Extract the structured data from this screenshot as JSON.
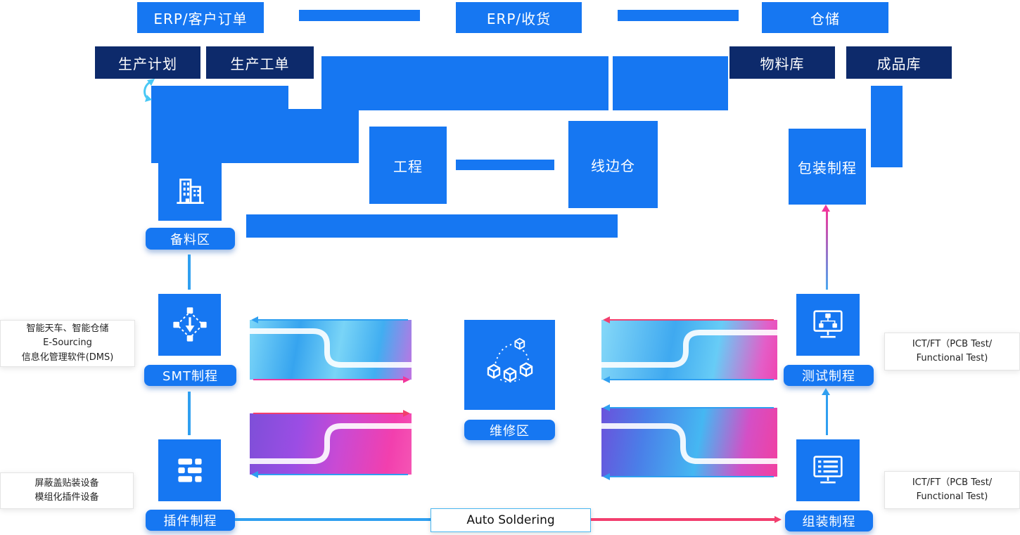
{
  "colors": {
    "primary": "#1677f2",
    "navy": "#0d2a6b",
    "blue_line": "#2f9ff0",
    "pink": "#f0369c",
    "red_line": "#f23f6e",
    "cyan": "#49c8f5"
  },
  "top_row": {
    "erp_customer_order": "ERP/客户订单",
    "erp_receiving": "ERP/收货",
    "warehouse": "仓储"
  },
  "planning_row": {
    "production_plan": "生产计划",
    "production_order": "生产工单",
    "material_warehouse": "物料库",
    "finished_goods_warehouse": "成品库"
  },
  "process_blocks": {
    "engineering": "工程",
    "line_side_warehouse": "线边仓",
    "packaging_process": "包装制程"
  },
  "stations": {
    "material_prep_area": "备料区",
    "smt_process": "SMT制程",
    "insertion_process": "插件制程",
    "repair_area": "维修区",
    "testing_process": "测试制程",
    "assembly_process": "组装制程"
  },
  "annotations": {
    "left_top_lines": [
      "智能天车、智能仓储",
      "E-Sourcing",
      "信息化管理软件(DMS)"
    ],
    "left_bottom_lines": [
      "屏蔽盖贴装设备",
      "模组化插件设备"
    ],
    "right_top_lines": [
      "ICT/FT（PCB Test/",
      "Functional Test)"
    ],
    "right_bottom_lines": [
      "ICT/FT（PCB Test/",
      "Functional Test)"
    ]
  },
  "footer": {
    "auto_soldering": "Auto Soldering"
  },
  "icons": {
    "prep": "factory-building-icon",
    "smt": "distribution-flow-icon",
    "insertion": "component-list-icon",
    "repair": "linked-cubes-icon",
    "testing": "monitor-hierarchy-icon",
    "assembly": "monitor-checklist-icon",
    "loop": "sync-loop-icon"
  }
}
